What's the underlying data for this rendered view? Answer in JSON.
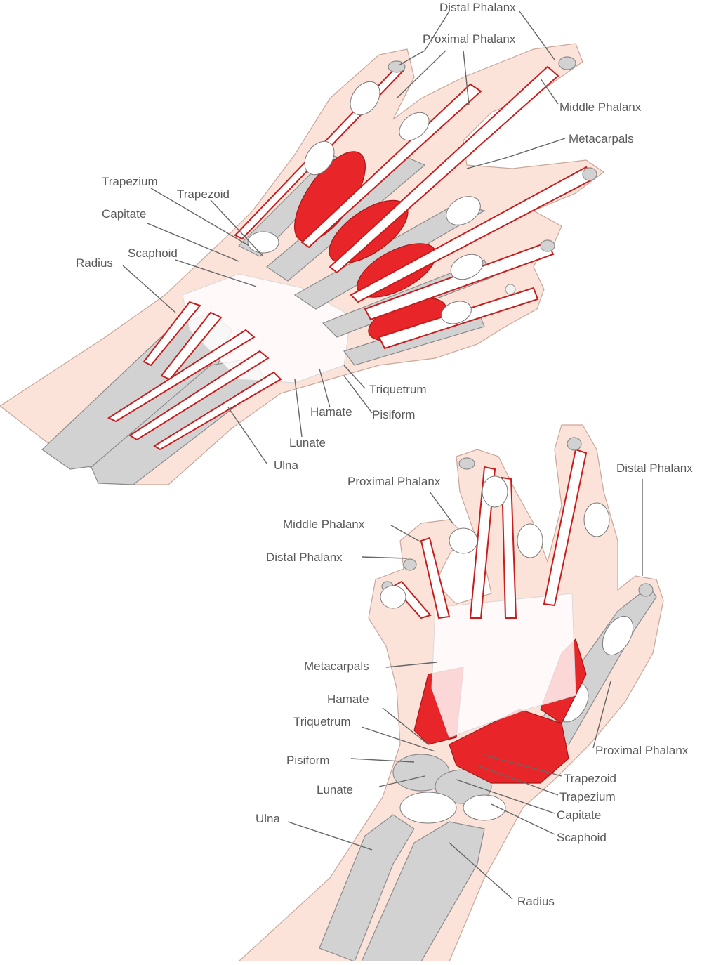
{
  "colors": {
    "skin": "#fbe3da",
    "bone": "#d2d2d2",
    "muscle": "#e8262a",
    "tendon_outline": "#c81d1d",
    "label_text": "#5a5a5a"
  },
  "dorsal_view": {
    "labels": {
      "distal_phalanx": "Distal Phalanx",
      "proximal_phalanx": "Proximal Phalanx",
      "middle_phalanx": "Middle Phalanx",
      "metacarpals": "Metacarpals",
      "trapezium": "Trapezium",
      "trapezoid": "Trapezoid",
      "capitate": "Capitate",
      "radius": "Radius",
      "scaphoid": "Scaphoid",
      "triquetrum": "Triquetrum",
      "hamate": "Hamate",
      "pisiform": "Pisiform",
      "lunate": "Lunate",
      "ulna": "Ulna"
    }
  },
  "palmar_view": {
    "labels": {
      "distal_phalanx_right": "Distal Phalanx",
      "proximal_phalanx_top": "Proximal Phalanx",
      "middle_phalanx": "Middle Phalanx",
      "distal_phalanx_left": "Distal Phalanx",
      "metacarpals": "Metacarpals",
      "hamate": "Hamate",
      "triquetrum": "Triquetrum",
      "pisiform": "Pisiform",
      "lunate": "Lunate",
      "ulna": "Ulna",
      "proximal_phalanx_right": "Proximal Phalanx",
      "trapezoid": "Trapezoid",
      "trapezium": "Trapezium",
      "capitate": "Capitate",
      "scaphoid": "Scaphoid",
      "radius": "Radius"
    }
  }
}
